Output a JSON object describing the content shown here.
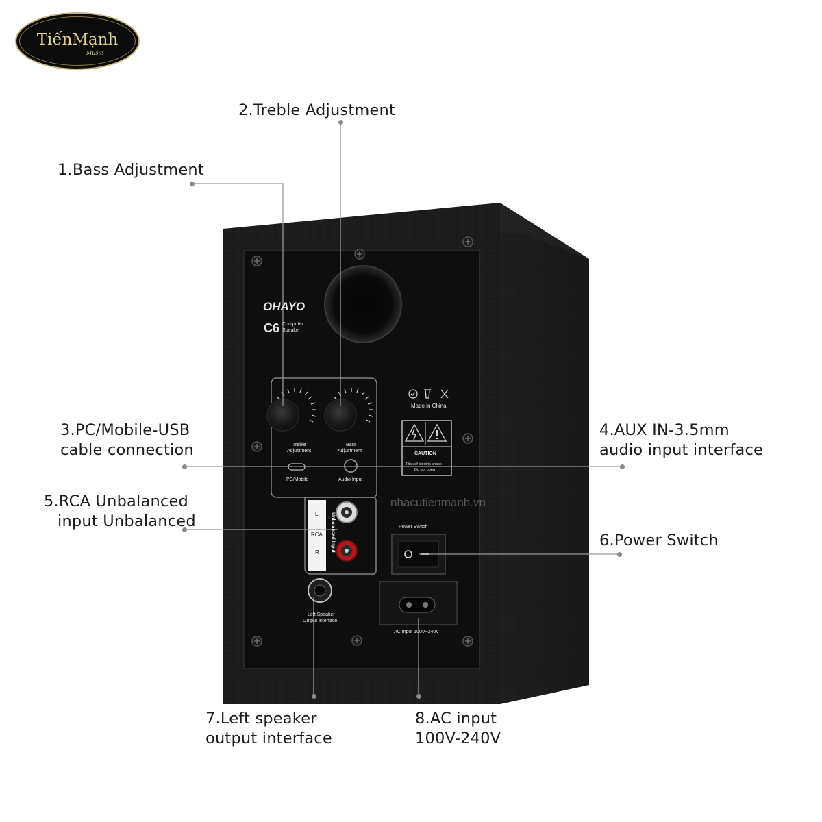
{
  "logo": {
    "brand": "TiếnMạnh",
    "sub": "Music"
  },
  "labels": {
    "treble": "2.Treble Adjustment",
    "bass": "1.Bass Adjustment",
    "pc_usb_1": "3.PC/Mobile-USB",
    "pc_usb_2": "cable connection",
    "aux_1": "4.AUX IN-3.5mm",
    "aux_2": "audio input interface",
    "rca_1": "5.RCA Unbalanced",
    "rca_2": "input Unbalanced",
    "power": "6.Power Switch",
    "left_spk_1": "7.Left speaker",
    "left_spk_2": "output interface",
    "ac_1": "8.AC input",
    "ac_2": "100V-240V"
  },
  "panel": {
    "brand": "OHAYO",
    "model": "C6",
    "model_desc_1": "Computer",
    "model_desc_2": "Speaker",
    "treble_knob_1": "Treble",
    "treble_knob_2": "Adjustment",
    "bass_knob_1": "Bass",
    "bass_knob_2": "Adjustment",
    "pc_mobile": "PC/Mobile",
    "audio_input": "Audio Input",
    "made_in": "Made in China",
    "caution": "CAUTION",
    "caution_1": "Risk of electric shock",
    "caution_2": "Do not open",
    "rca_l": "L",
    "rca_mid": "RCA",
    "rca_r": "R",
    "unbalanced_input": "Unbalanced Input",
    "power_switch": "Power Switch",
    "left_speaker_1": "Left Speaker",
    "left_speaker_2": "Output Interface",
    "ac_input": "AC Input 100V~240V",
    "watermark": "nhacutienmanh.vn"
  },
  "colors": {
    "cabinet": "#1b1b1b",
    "panel": "#0f0f0f",
    "callout_line": "#9a9a9a",
    "logo_gold": "#e2cf96",
    "rca_red": "#b3181c"
  }
}
